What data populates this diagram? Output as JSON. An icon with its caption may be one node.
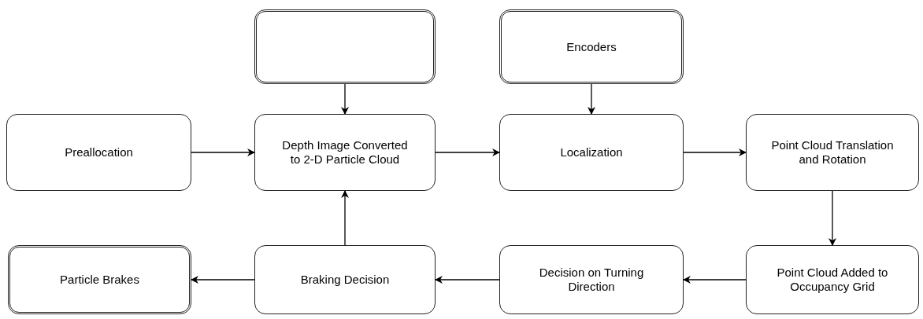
{
  "diagram": {
    "nodes": [
      {
        "text": [],
        "shape": "box"
      },
      {
        "text": [
          "Encoders"
        ]
      },
      {
        "text": [
          "Preallocation"
        ]
      },
      {
        "text": [
          "Depth Image Converted to 2-D Particle Cloud"
        ]
      },
      {
        "text": [
          "Localization"
        ]
      },
      {
        "text": [
          "Point Cloud Translation and Rotation"
        ]
      },
      {
        "text": [
          "Particle Brakes"
        ]
      },
      {
        "text": [
          "Braking Decision"
        ]
      },
      {
        "text": [
          "Decision on Turning Direction"
        ]
      },
      {
        "text": [
          "Point Cloud Added to Occupancy Grid"
        ]
      }
    ],
    "edges": [
      {
        "from": 0,
        "to": 3,
        "arrow": "to"
      },
      {
        "from": 1,
        "to": 4,
        "arrow": "to"
      },
      {
        "from": 2,
        "to": 3,
        "arrow": "to"
      },
      {
        "from": 3,
        "to": 4,
        "arrow": "to"
      },
      {
        "from": 4,
        "to": 5,
        "arrow": "to"
      },
      {
        "from": 5,
        "to": 9,
        "arrow": "to"
      },
      {
        "from": 9,
        "to": 8,
        "arrow": "to"
      },
      {
        "from": 8,
        "to": 7,
        "arrow": "to"
      },
      {
        "from": 7,
        "to": 6,
        "arrow": "to"
      },
      {
        "from": 7,
        "to": 3,
        "arrow": "to"
      }
    ]
  }
}
